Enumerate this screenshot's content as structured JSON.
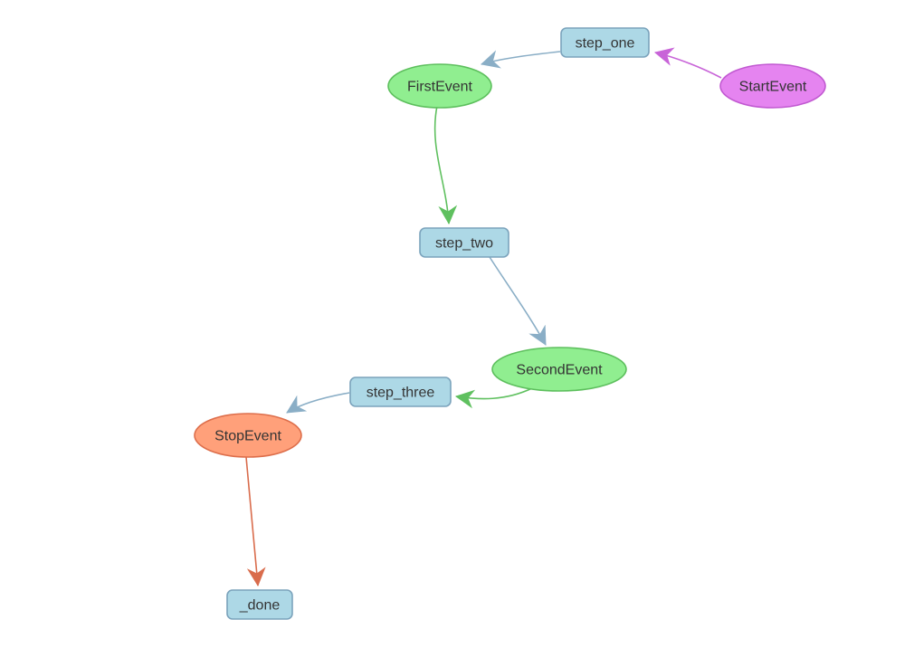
{
  "diagram": {
    "type": "workflow-network-graph",
    "nodes": [
      {
        "id": "step_one",
        "label": "step_one",
        "shape": "box",
        "kind": "step"
      },
      {
        "id": "StartEvent",
        "label": "StartEvent",
        "shape": "ellipse",
        "kind": "start-event"
      },
      {
        "id": "FirstEvent",
        "label": "FirstEvent",
        "shape": "ellipse",
        "kind": "event"
      },
      {
        "id": "step_two",
        "label": "step_two",
        "shape": "box",
        "kind": "step"
      },
      {
        "id": "SecondEvent",
        "label": "SecondEvent",
        "shape": "ellipse",
        "kind": "event"
      },
      {
        "id": "step_three",
        "label": "step_three",
        "shape": "box",
        "kind": "step"
      },
      {
        "id": "StopEvent",
        "label": "StopEvent",
        "shape": "ellipse",
        "kind": "stop-event"
      },
      {
        "id": "_done",
        "label": "_done",
        "shape": "box",
        "kind": "step"
      }
    ],
    "edges": [
      {
        "from": "StartEvent",
        "to": "step_one",
        "color_key": "edge_purple"
      },
      {
        "from": "step_one",
        "to": "FirstEvent",
        "color_key": "edge_blue"
      },
      {
        "from": "FirstEvent",
        "to": "step_two",
        "color_key": "edge_green"
      },
      {
        "from": "step_two",
        "to": "SecondEvent",
        "color_key": "edge_blue"
      },
      {
        "from": "SecondEvent",
        "to": "step_three",
        "color_key": "edge_green"
      },
      {
        "from": "step_three",
        "to": "StopEvent",
        "color_key": "edge_blue"
      },
      {
        "from": "StopEvent",
        "to": "_done",
        "color_key": "edge_orange"
      }
    ]
  },
  "colors": {
    "background": "#ffffff",
    "step_fill": "#ADD8E6",
    "step_border": "#7BA3BC",
    "event_fill": "#90EE90",
    "event_border": "#5DBF5D",
    "start_fill": "#E584F0",
    "start_border": "#C159D1",
    "stop_fill": "#FFA07A",
    "stop_border": "#DD6E4B",
    "edge_blue": "#8AAEC6",
    "edge_green": "#5FC05F",
    "edge_purple": "#C864D8",
    "edge_orange": "#D96C4C",
    "label_color": "#343434"
  }
}
